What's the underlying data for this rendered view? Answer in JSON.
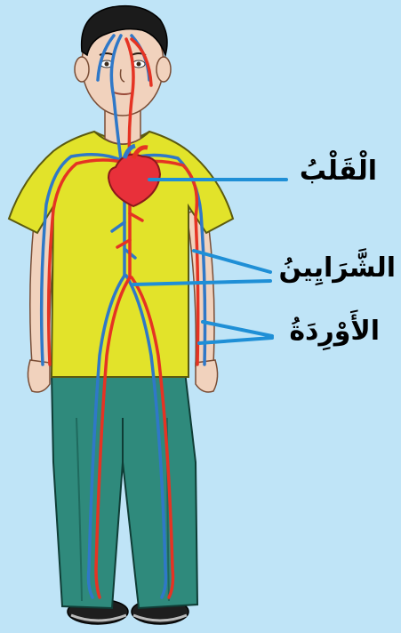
{
  "labels": {
    "heart": "الْقَلْبُ",
    "arteries": "الشَّرَايِينُ",
    "veins": "الأَوْرِدَةُ"
  },
  "colors": {
    "background": "#bfe4f7",
    "shirt": "#e2e32a",
    "pants": "#2f8a7c",
    "skin": "#f1d2bd",
    "artery": "#e53323",
    "vein": "#2f78c8",
    "pointer_line": "#1f8fd6",
    "heart": "#e8303a"
  }
}
